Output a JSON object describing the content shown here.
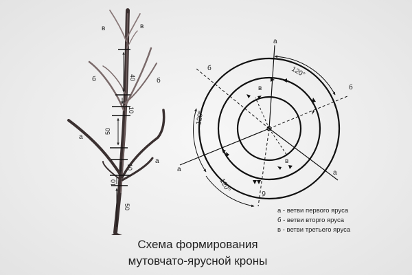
{
  "caption": {
    "line1": "Схема формирования",
    "line2": "мутовчато-ярусной кроны"
  },
  "legend": {
    "items": [
      {
        "key": "а",
        "sep": " - ",
        "text": "ветви первого яруса"
      },
      {
        "key": "б",
        "sep": " - ",
        "text": "ветви вторго яруса"
      },
      {
        "key": "в",
        "sep": " - ",
        "text": "ветви третьего яруса"
      }
    ]
  },
  "tree": {
    "branch_labels": {
      "a1": "а",
      "a2": "а",
      "b1": "б",
      "b2": "б",
      "v1": "в",
      "v2": "в"
    },
    "dimensions": {
      "d40": "40",
      "d10_upper": "10",
      "d50_upper": "50",
      "d10_lower": "10",
      "d10_bottom": "10",
      "d50_lower": "50"
    }
  },
  "plan": {
    "axis_labels": {
      "a_top": "а",
      "a_left": "а",
      "a_right": "а",
      "b_left": "б",
      "b_right": "б",
      "b_bottom": "б",
      "v_top": "в",
      "v_bottom": "в"
    },
    "angles": {
      "top_right": "120°",
      "left": "120°",
      "bottom_left": "120°"
    }
  }
}
